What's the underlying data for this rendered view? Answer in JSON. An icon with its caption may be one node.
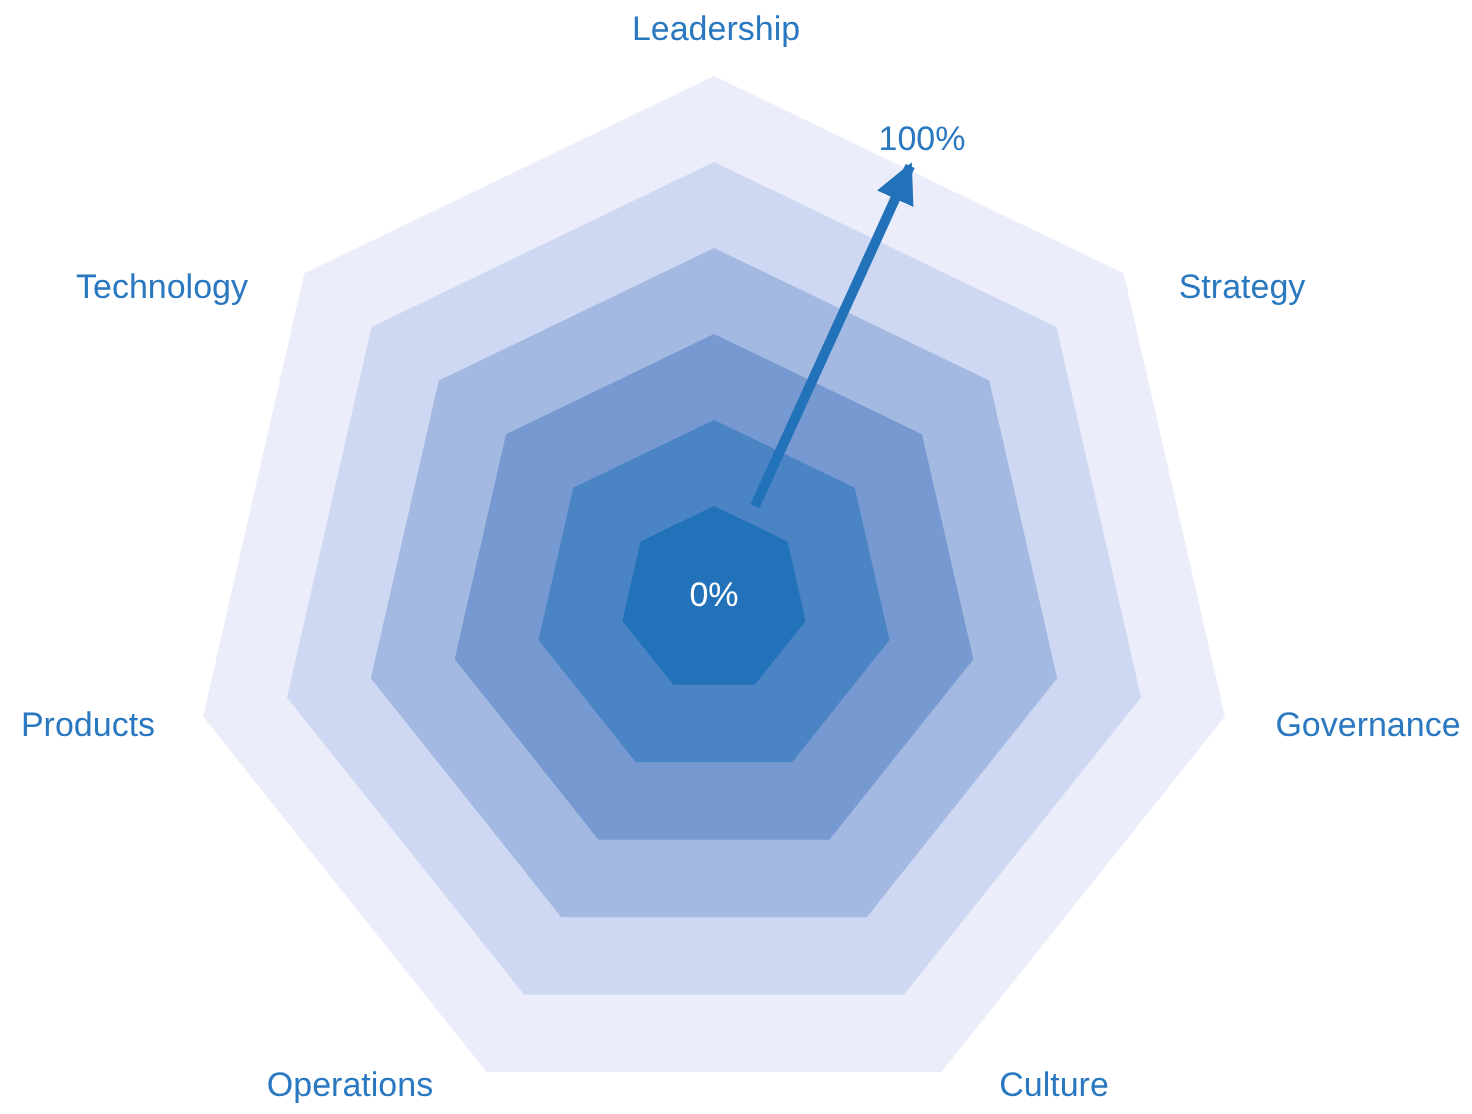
{
  "diagram": {
    "nodes": [
      {
        "text": [
          "0%"
        ]
      },
      {
        "text": [
          "100%"
        ]
      }
    ],
    "edges": [
      {
        "from": 0,
        "to": 1,
        "arrow": "to"
      }
    ],
    "labels": [
      "Leadership",
      "Technology",
      "Strategy",
      "Products",
      "Governance",
      "Operations",
      "Culture"
    ]
  }
}
